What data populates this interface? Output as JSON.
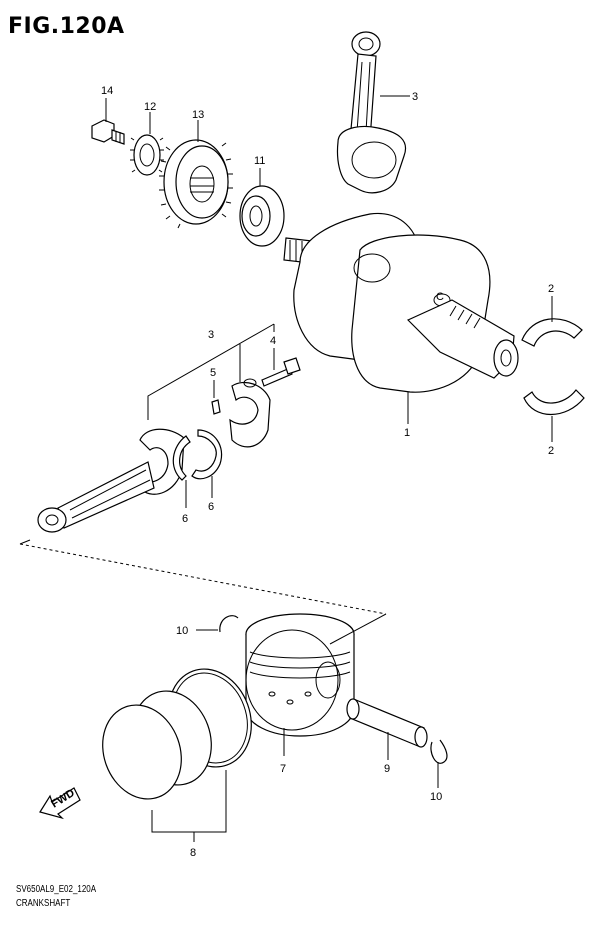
{
  "figure": {
    "title": "FIG.120A",
    "code": "SV650AL9_E02_120A",
    "name": "CRANKSHAFT",
    "fwd_label": "FWD"
  },
  "callouts": {
    "c14": "14",
    "c12": "12",
    "c13": "13",
    "c11": "11",
    "c3_top": "3",
    "c2_top": "2",
    "c1": "1",
    "c2_bottom": "2",
    "c3_left": "3",
    "c5": "5",
    "c4": "4",
    "c6_a": "6",
    "c6_b": "6",
    "c10_top": "10",
    "c7": "7",
    "c9": "9",
    "c10_bottom": "10",
    "c8": "8"
  }
}
